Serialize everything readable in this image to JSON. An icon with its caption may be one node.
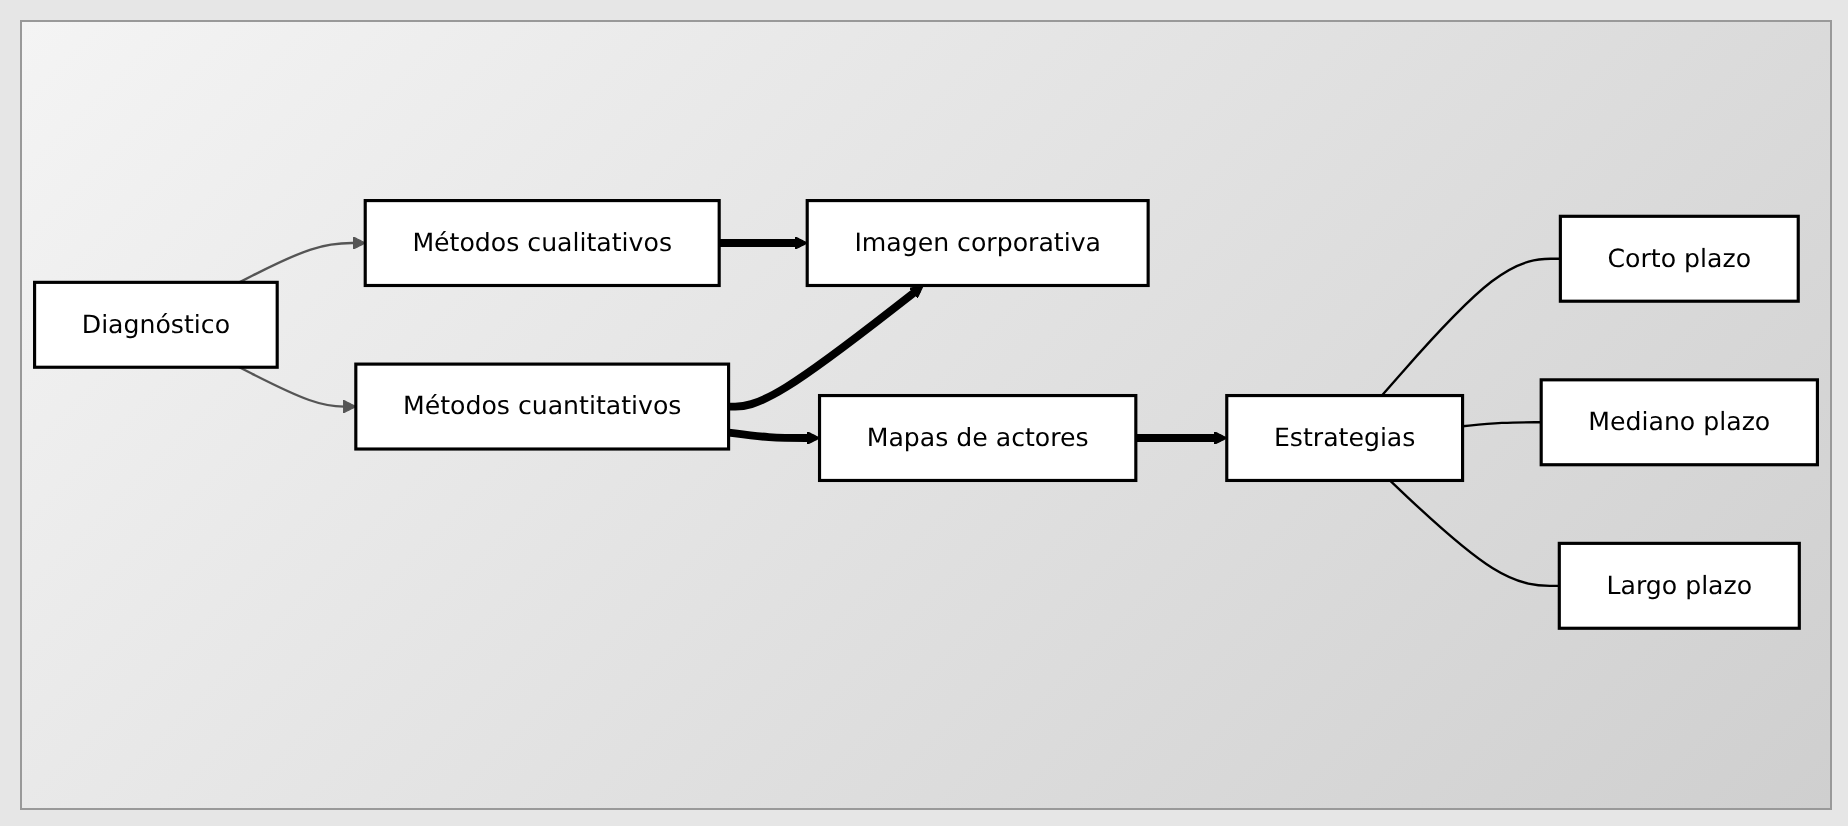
{
  "diagram": {
    "nodes": [
      {
        "text": [
          "Diagnóstico"
        ]
      },
      {
        "text": [
          "Métodos cualitativos"
        ]
      },
      {
        "text": [
          "Métodos cuantitativos"
        ]
      },
      {
        "text": [
          "Imagen corporativa"
        ]
      },
      {
        "text": [
          "Mapas de actores"
        ]
      },
      {
        "text": [
          "Estrategias"
        ]
      },
      {
        "text": [
          "Corto plazo"
        ]
      },
      {
        "text": [
          "Mediano plazo"
        ]
      },
      {
        "text": [
          "Largo plazo"
        ]
      }
    ],
    "edges": [
      {
        "from": 0,
        "to": 1,
        "arrow": "to",
        "color": "#555555"
      },
      {
        "from": 0,
        "to": 2,
        "arrow": "to",
        "color": "#555555"
      },
      {
        "from": 1,
        "to": 3,
        "arrow": "to",
        "style": "thick"
      },
      {
        "from": 2,
        "to": 3,
        "arrow": "to",
        "style": "thick"
      },
      {
        "from": 2,
        "to": 4,
        "arrow": "to",
        "style": "thick"
      },
      {
        "from": 4,
        "to": 5,
        "arrow": "to",
        "style": "thick"
      },
      {
        "from": 5,
        "to": 6,
        "arrow": "none"
      },
      {
        "from": 5,
        "to": 7,
        "arrow": "none"
      },
      {
        "from": 5,
        "to": 8,
        "arrow": "none"
      }
    ]
  }
}
